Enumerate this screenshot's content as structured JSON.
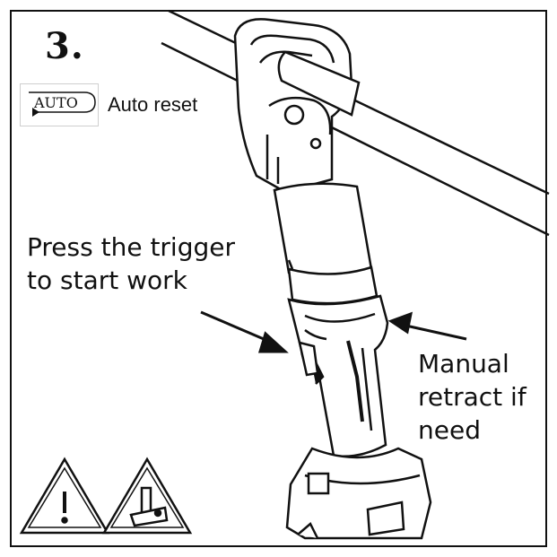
{
  "step_number": "3.",
  "mode_badge": {
    "text": "AUTO",
    "label": "Auto reset"
  },
  "callouts": {
    "press_trigger": "Press the trigger\nto start work",
    "manual_retract": "Manual\nretract if\nneed"
  },
  "warning_icons": [
    "warning-exclamation-icon",
    "warning-hand-pinch-icon"
  ]
}
